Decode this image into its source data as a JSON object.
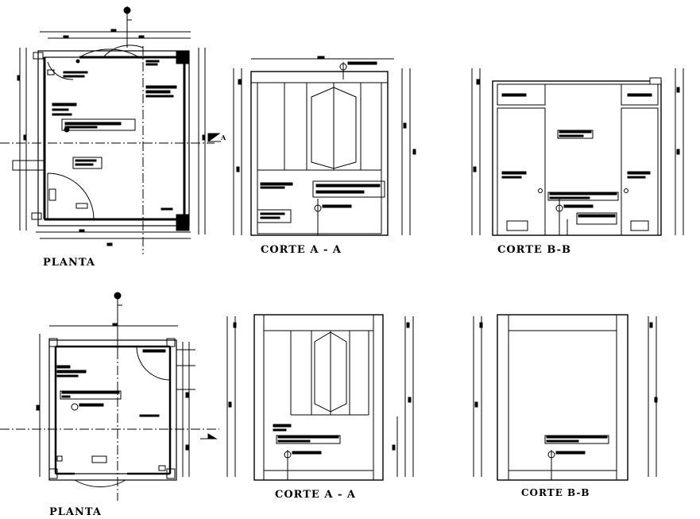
{
  "drawing": {
    "top_row": {
      "plan_label": "PLANTA",
      "section_a_label": "CORTE A - A",
      "section_b_label": "CORTE B-B",
      "section_marker": "A"
    },
    "bottom_row": {
      "plan_label": "PLANTA",
      "section_a_label": "CORTE A - A",
      "section_b_label": "CORTE B-B"
    },
    "colors": {
      "ink": "#000000",
      "paper": "#ffffff"
    }
  }
}
